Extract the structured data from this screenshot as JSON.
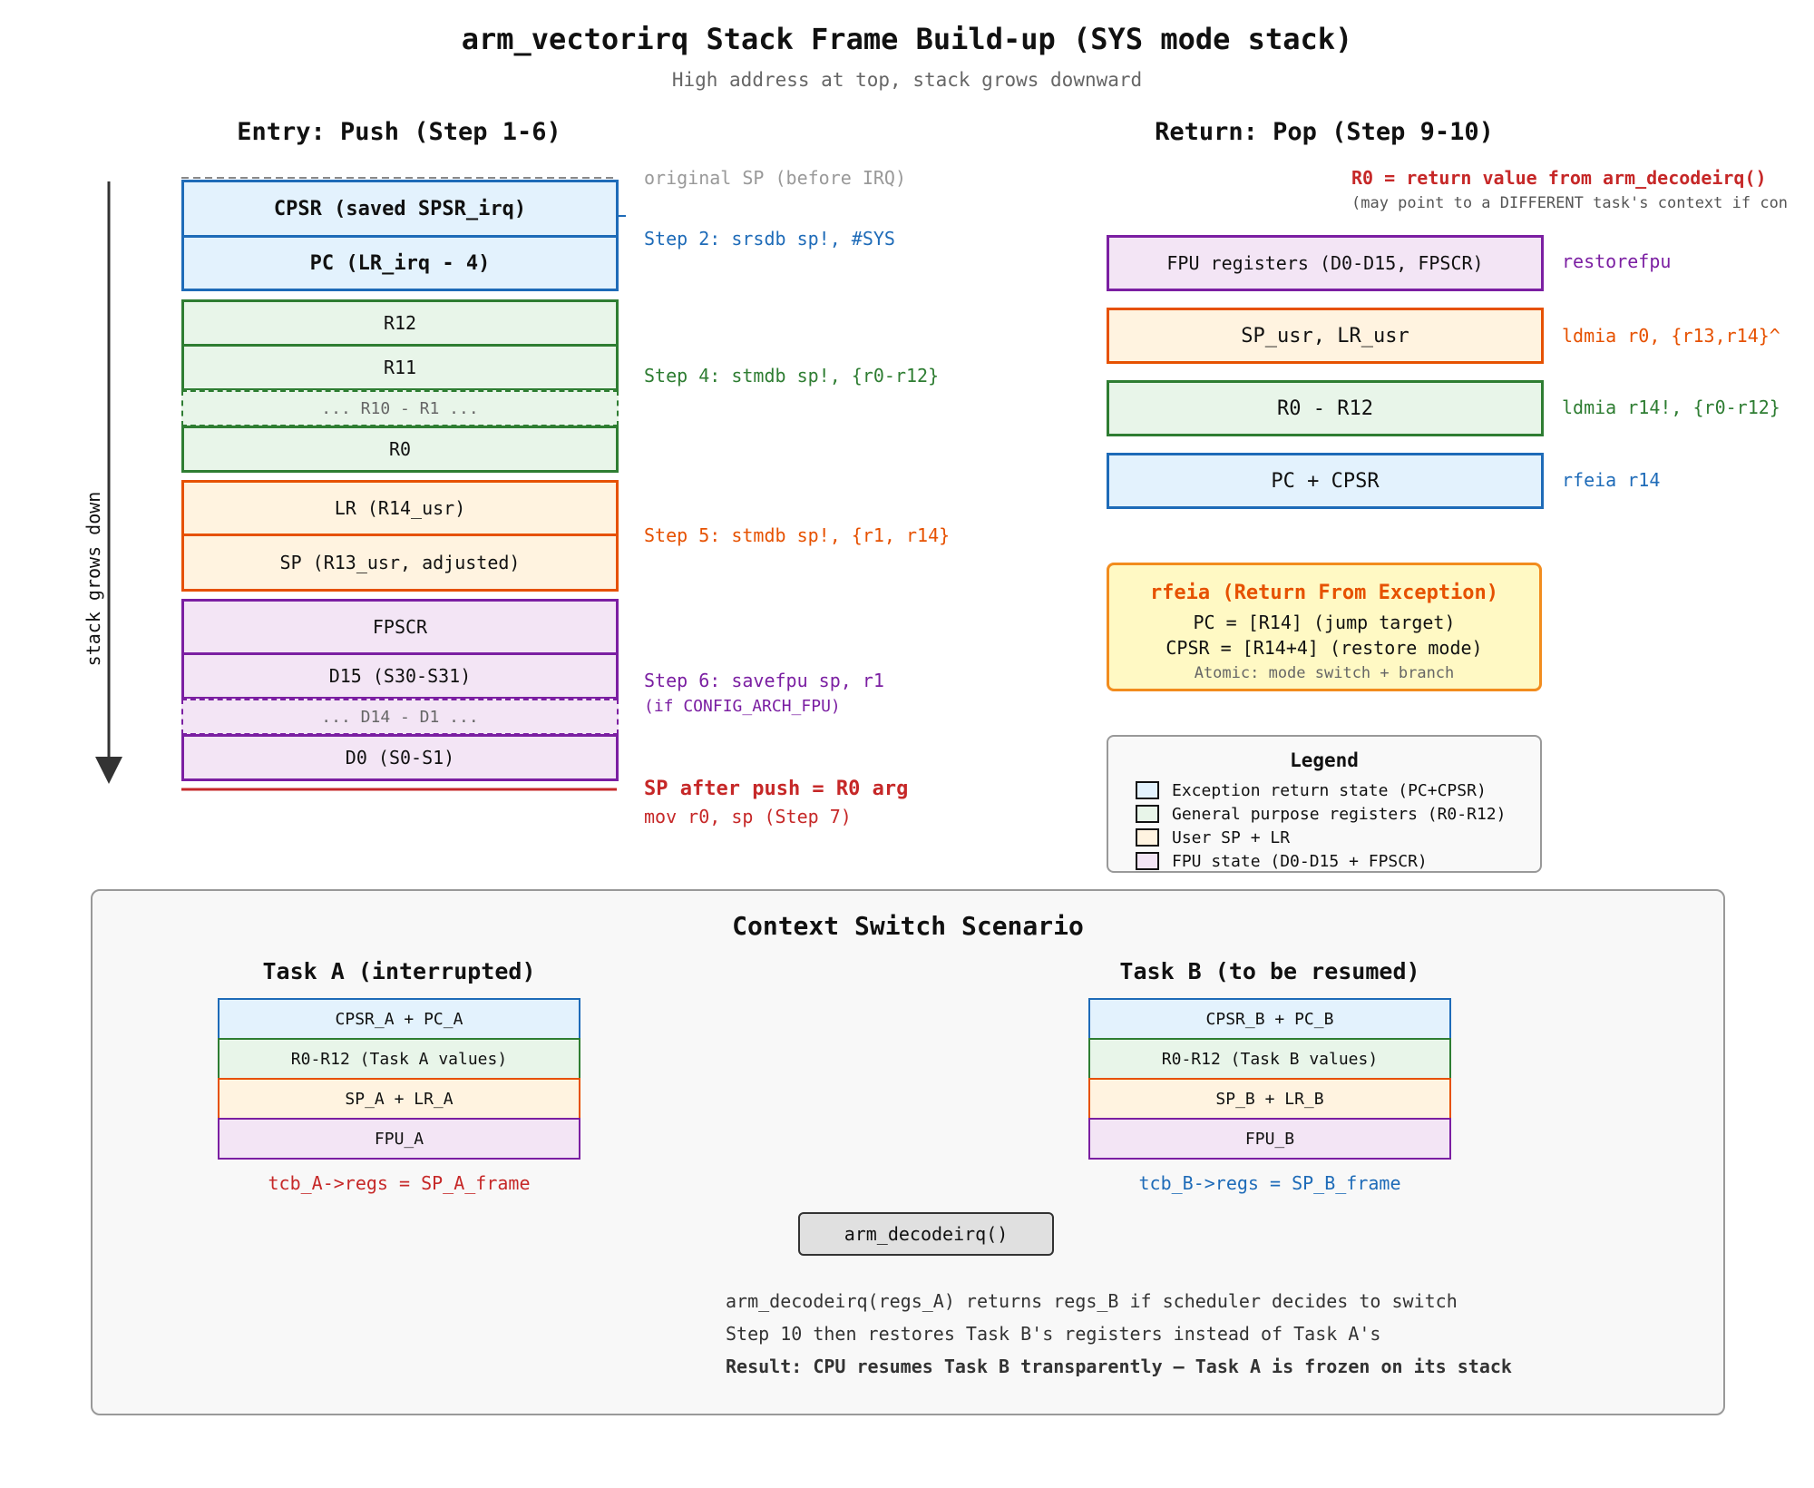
{
  "title": "arm_vectorirq Stack Frame Build-up (SYS mode stack)",
  "subtitle": "High address at top, stack grows downward",
  "entry": {
    "heading": "Entry: Push (Step 1-6)",
    "stack_axis_label": "stack grows down",
    "original_sp_label": "original SP (before IRQ)",
    "slots": {
      "cpsr": "CPSR (saved SPSR_irq)",
      "pc": "PC (LR_irq - 4)",
      "r12": "R12",
      "r11": "R11",
      "r10_r1": "... R10 - R1 ...",
      "r0": "R0",
      "lr": "LR (R14_usr)",
      "sp": "SP (R13_usr, adjusted)",
      "fpscr": "FPSCR",
      "d15": "D15 (S30-S31)",
      "d14_d1": "... D14 - D1 ...",
      "d0": "D0 (S0-S1)"
    },
    "steps": {
      "step2": "Step 2: srsdb sp!, #SYS",
      "step4": "Step 4: stmdb sp!, {r0-r12}",
      "step5": "Step 5: stmdb sp!, {r1, r14}",
      "step6": "Step 6: savefpu sp, r1",
      "step6_note": "(if CONFIG_ARCH_FPU)",
      "sp_after": "SP after push = R0 arg",
      "step7": "mov r0, sp (Step 7)"
    }
  },
  "ret": {
    "heading": "Return: Pop (Step 9-10)",
    "r0_note": "R0 = return value from arm_decodeirq()",
    "r0_sub": "(may point to a DIFFERENT task's context if con",
    "slots": [
      {
        "label": "FPU registers (D0-D15, FPSCR)",
        "op": "restorefpu"
      },
      {
        "label": "SP_usr, LR_usr",
        "op": "ldmia r0, {r13,r14}^"
      },
      {
        "label": "R0 - R12",
        "op": "ldmia r14!, {r0-r12}"
      },
      {
        "label": "PC + CPSR",
        "op": "rfeia r14"
      }
    ]
  },
  "rfeia": {
    "heading": "rfeia (Return From Exception)",
    "line1": "PC = [R14] (jump target)",
    "line2": "CPSR = [R14+4] (restore mode)",
    "note": "Atomic: mode switch + branch"
  },
  "legend": {
    "title": "Legend",
    "items": [
      "Exception return state (PC+CPSR)",
      "General purpose registers (R0-R12)",
      "User SP + LR",
      "FPU state (D0-D15 + FPSCR)"
    ]
  },
  "scenario": {
    "title": "Context Switch Scenario",
    "task_a": {
      "heading": "Task A (interrupted)",
      "rows": [
        "CPSR_A + PC_A",
        "R0-R12 (Task A values)",
        "SP_A + LR_A",
        "FPU_A"
      ],
      "caption": "tcb_A->regs = SP_A_frame"
    },
    "task_b": {
      "heading": "Task B (to be resumed)",
      "rows": [
        "CPSR_B + PC_B",
        "R0-R12 (Task B values)",
        "SP_B + LR_B",
        "FPU_B"
      ],
      "caption": "tcb_B->regs = SP_B_frame"
    },
    "function": "arm_decodeirq()",
    "notes": [
      "arm_decodeirq(regs_A) returns regs_B if scheduler decides to switch",
      "Step 10 then restores Task B's registers instead of Task A's"
    ],
    "result": "Result: CPU resumes Task B transparently — Task A is frozen on its stack"
  },
  "colors": {
    "blue": "#1e6bb8",
    "green": "#2e7d32",
    "orange": "#e65100",
    "purple": "#7b1fa2",
    "red": "#c62828"
  }
}
